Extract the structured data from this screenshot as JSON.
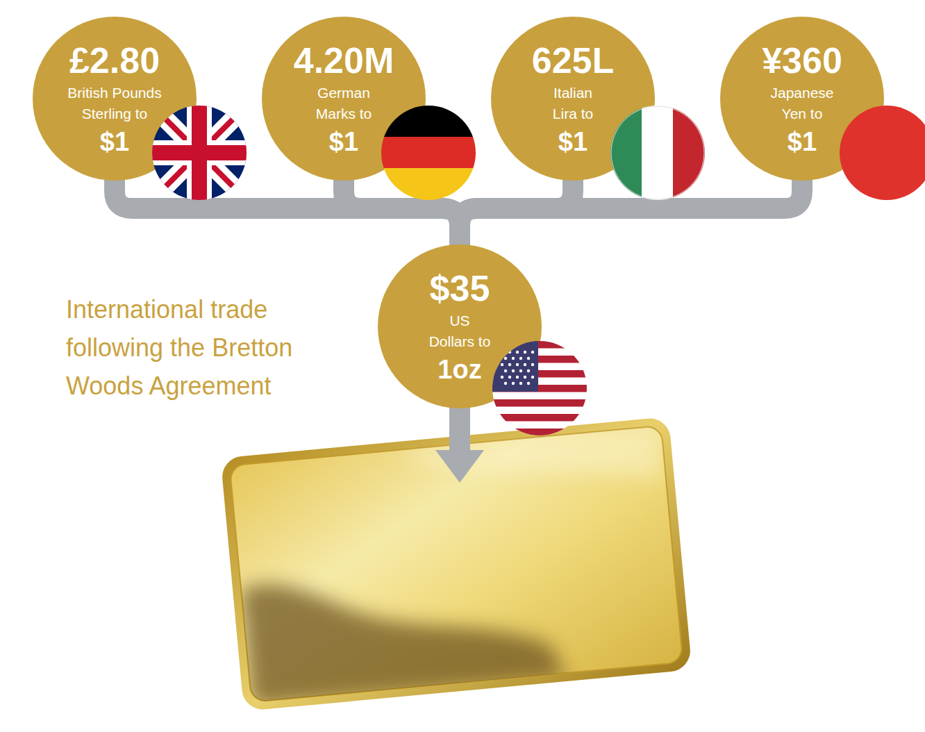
{
  "diagram": {
    "title": "International trade following the Bretton Woods Agreement",
    "nodes": [
      {
        "text": [
          "£2.80",
          "British Pounds Sterling to",
          "$1"
        ]
      },
      {
        "text": [
          "4.20M",
          "German Marks to",
          "$1"
        ]
      },
      {
        "text": [
          "625L",
          "Italian Lira to",
          "$1"
        ]
      },
      {
        "text": [
          "¥360",
          "Japanese Yen to",
          "$1"
        ]
      },
      {
        "text": [
          "$35",
          "US Dollars to",
          "1oz"
        ]
      }
    ],
    "edges": [
      {
        "from": 0,
        "to": 4,
        "arrow": "none"
      },
      {
        "from": 1,
        "to": 4,
        "arrow": "none"
      },
      {
        "from": 2,
        "to": 4,
        "arrow": "none"
      },
      {
        "from": 3,
        "to": 4,
        "arrow": "none"
      }
    ]
  }
}
